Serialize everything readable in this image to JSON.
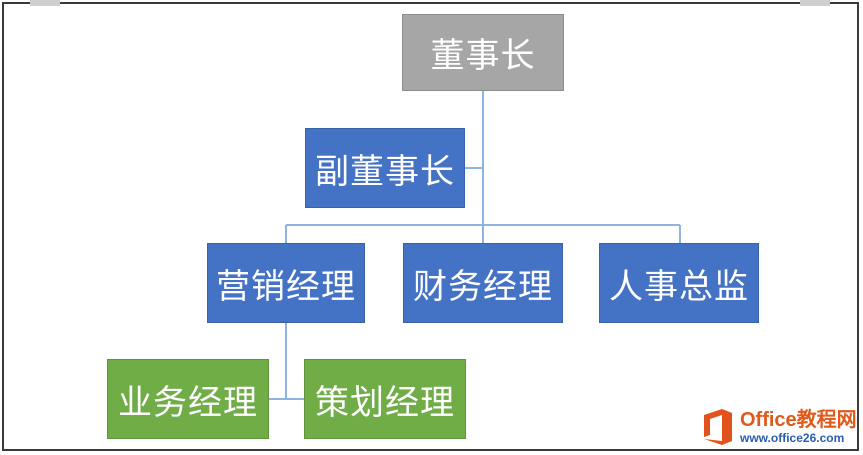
{
  "colors": {
    "gray": "#a6a6a6",
    "blue": "#4472c4",
    "green": "#70ad47",
    "connector": "#8eb4e3"
  },
  "org_chart": {
    "chairman": "董事长",
    "vice_chairman": "副董事长",
    "marketing_manager": "营销经理",
    "finance_manager": "财务经理",
    "hr_director": "人事总监",
    "business_manager": "业务经理",
    "planning_manager": "策划经理"
  },
  "watermark": {
    "brand": "Office教程网",
    "url": "www.office26.com",
    "logo_icon": "office-logo-icon"
  }
}
